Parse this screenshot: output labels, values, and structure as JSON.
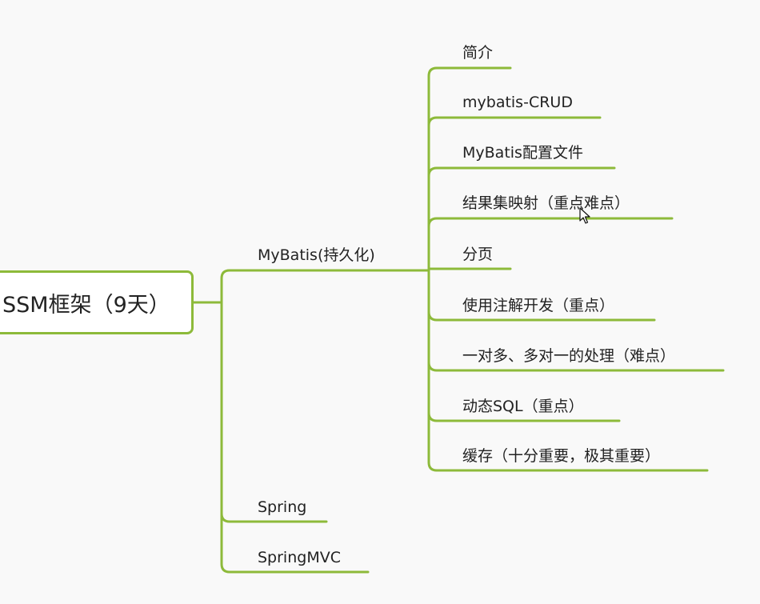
{
  "mindmap": {
    "root": {
      "label": "SSM框架（9天）"
    },
    "branches": [
      {
        "label": "MyBatis(持久化)",
        "children": [
          "简介",
          "mybatis-CRUD",
          "MyBatis配置文件",
          "结果集映射（重点难点）",
          "分页",
          "使用注解开发（重点）",
          "一对多、多对一的处理（难点）",
          "动态SQL（重点）",
          "缓存（十分重要，极其重要）"
        ]
      },
      {
        "label": "Spring",
        "children": []
      },
      {
        "label": "SpringMVC",
        "children": []
      }
    ]
  },
  "colors": {
    "connector": "#8dba3a",
    "background": "#f9f9f9",
    "text": "#222222"
  }
}
